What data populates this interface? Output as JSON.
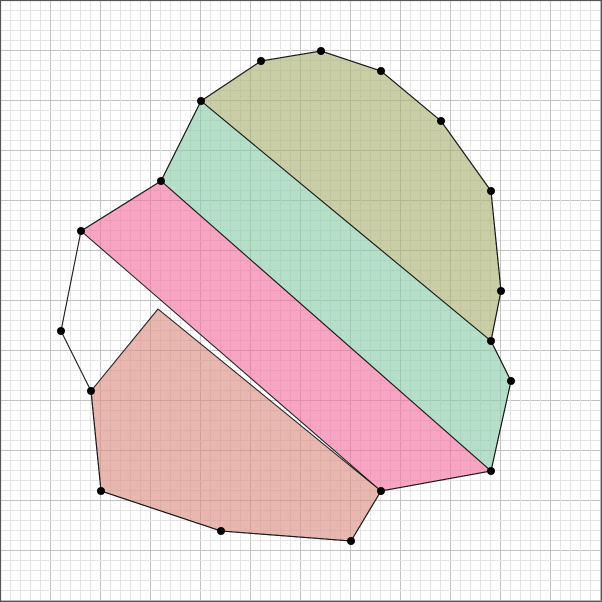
{
  "figure": {
    "type": "polygon-partition-diagram",
    "colors": {
      "olive_region": "#a8b070",
      "teal_region": "#88cca8",
      "pink_region": "#f46ea0",
      "salmon_region": "#d88a80",
      "vertex_dot": "#000000",
      "outline": "#1a1a1a",
      "grid": "#e4e4e4"
    },
    "regions": [
      {
        "name": "olive-region",
        "color_key": "olive_region"
      },
      {
        "name": "teal-region",
        "color_key": "teal_region"
      },
      {
        "name": "pink-region",
        "color_key": "pink_region"
      },
      {
        "name": "salmon-region",
        "color_key": "salmon_region"
      }
    ],
    "vertex_count": 18
  }
}
